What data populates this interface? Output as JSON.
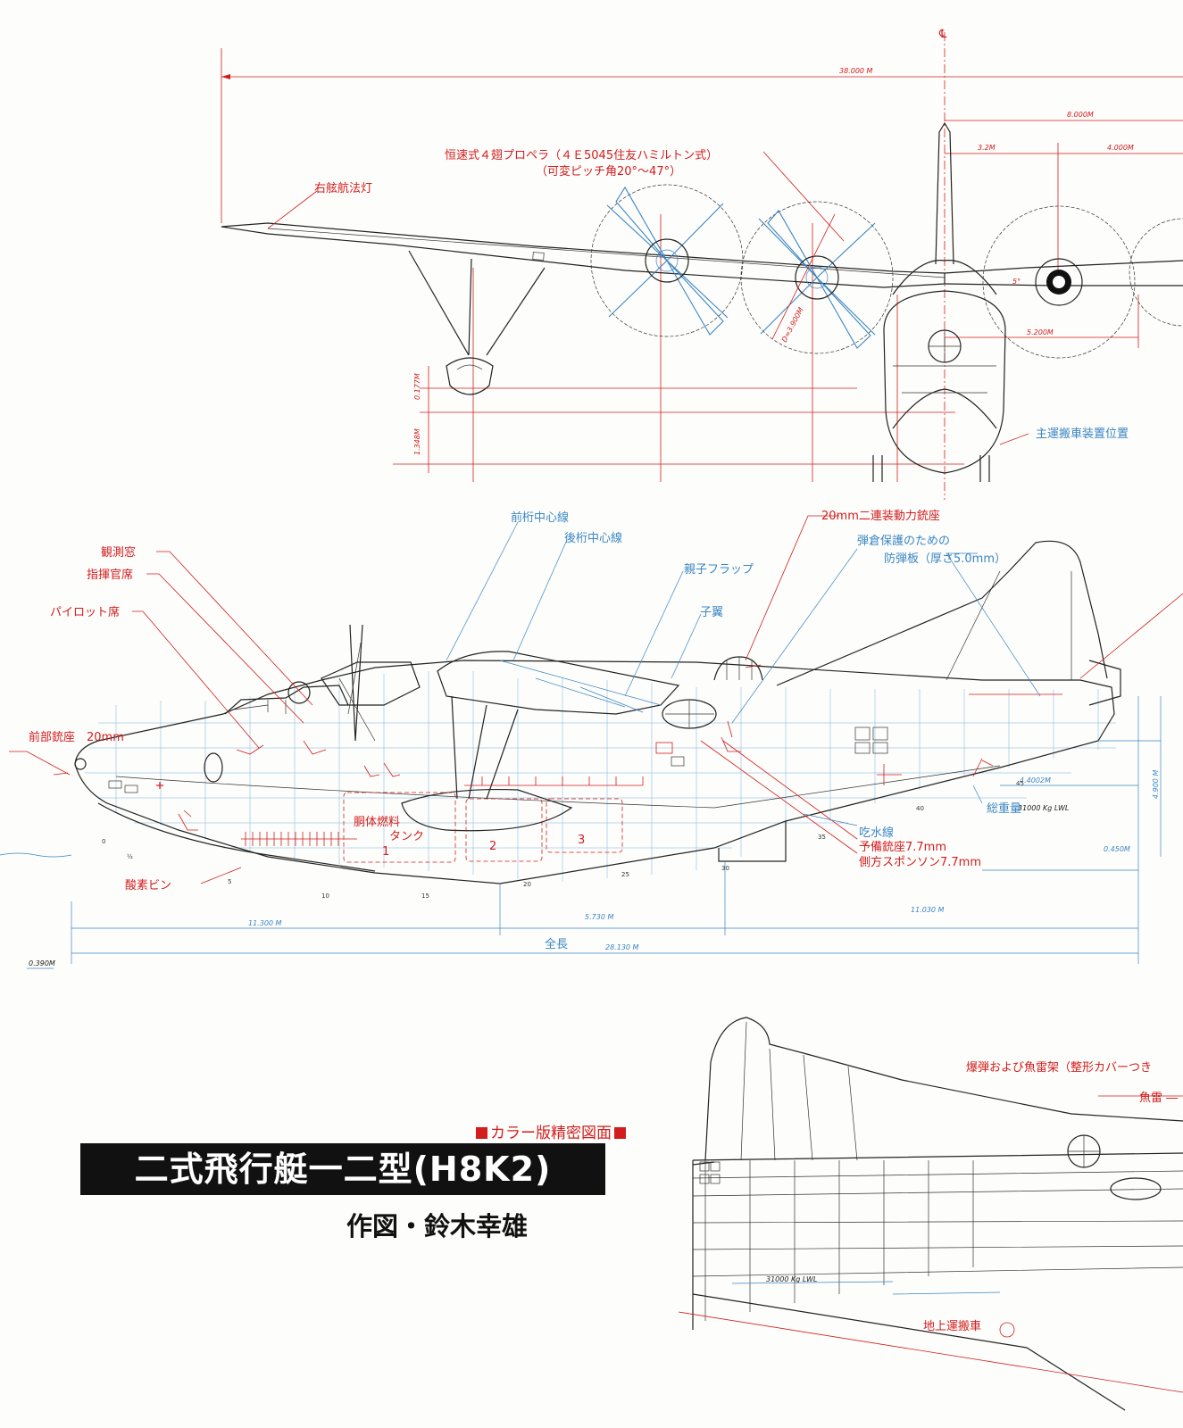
{
  "title_block": {
    "subtitle": "カラー版精密図面",
    "title": "二式飛行艇一二型(H8K2)",
    "author": "作図・鈴木幸雄"
  },
  "front_view": {
    "dim_span": "38.000 M",
    "dim_8m": "8.000M",
    "dim_3_2": "3.2M",
    "dim_4m": "4.000M",
    "dim_5_2": "5.200M",
    "dim_prop_dia": "D=3.900M",
    "dim_0_177": "0.177M",
    "dim_1_348": "1.348M",
    "dim_5deg": "5°",
    "centerline": "℄",
    "labels": {
      "propeller_1": "恒速式４翅プロペラ（４Ｅ5045住友ハミルトン式）",
      "propeller_2": "（可変ピッチ角20°〜47°）",
      "nav_light": "右舷航法灯",
      "beaching_gear": "主運搬車装置位置"
    }
  },
  "side_view": {
    "labels": {
      "observation_window": "観測窓",
      "commander_seat": "指揮官席",
      "pilot_seat": "パイロット席",
      "bow_gun": "前部銃座　20mm",
      "front_spar": "前桁中心線",
      "rear_spar": "後桁中心線",
      "flap": "親子フラップ",
      "aileron": "子翼",
      "turret": "20mm二連装動力銃座",
      "armor_1": "弾倉保護のための",
      "armor_2": "防弾板（厚さ5.0mm）",
      "fuel_tank_1": "胴体燃料",
      "fuel_tank_2": "タンク",
      "tank_1": "1",
      "tank_2": "2",
      "tank_3": "3",
      "oxygen": "酸素ビン",
      "gross_weight": "総重量",
      "waterline": "吃水線",
      "spare_gun": "予備銃座7.7mm",
      "sponson": "側方スポンソン7.7mm",
      "length": "全長"
    },
    "dims": {
      "d_11_3": "11.300 M",
      "d_5_73": "5.730 M",
      "d_11_03": "11.030 M",
      "d_28_13": "28.130 M",
      "d_0_39": "0.390M",
      "d_4_4": "4.4002M",
      "d_4_9": "4.900 M",
      "d_0_45": "0.450M",
      "lwl": "31000 Kg  LWL",
      "half": "½"
    },
    "stations": [
      "0",
      "5",
      "10",
      "15",
      "20",
      "25",
      "30",
      "35",
      "40",
      "45"
    ]
  },
  "rear_view": {
    "labels": {
      "bomb_rack": "爆弾および魚雷架（整形カバーつき",
      "torpedo": "魚雷 ―",
      "ground_cart": "地上運搬車"
    },
    "lwl": "31000 Kg  LWL"
  }
}
